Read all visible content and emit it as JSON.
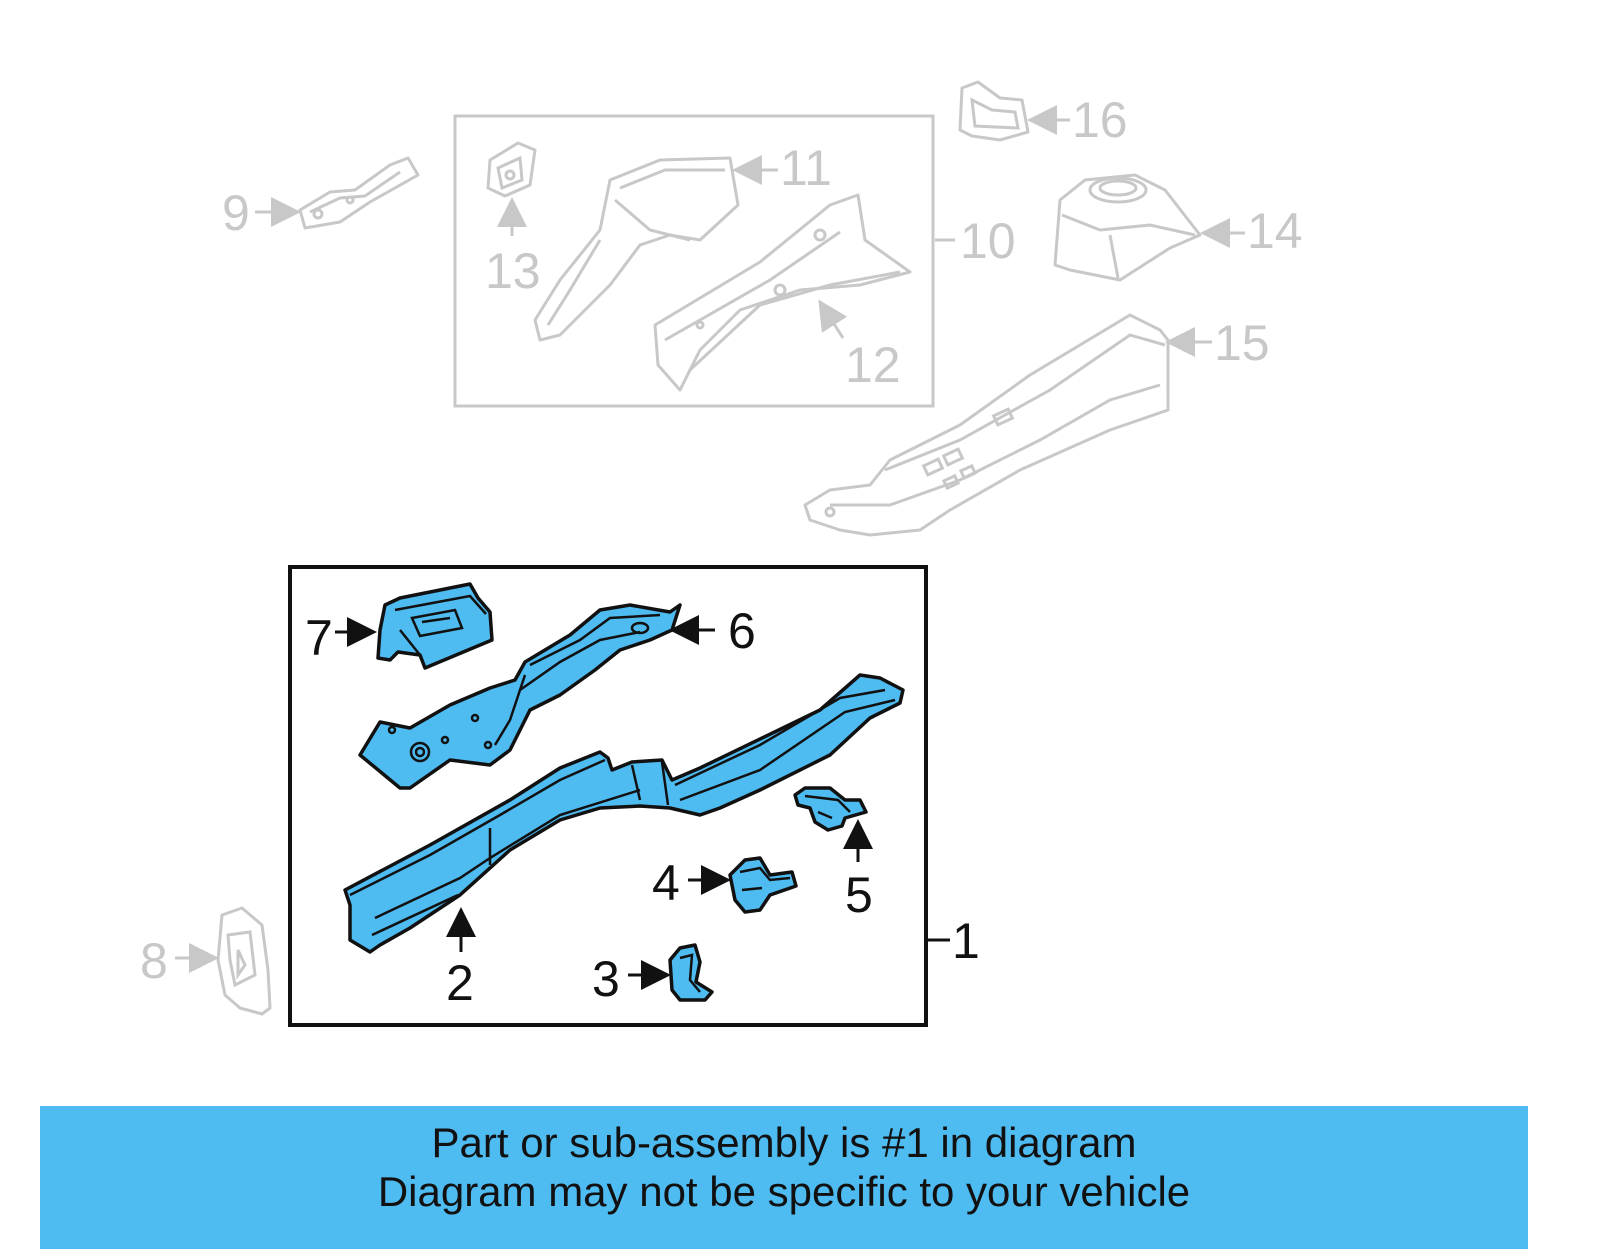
{
  "diagram": {
    "callouts": {
      "c1": "1",
      "c2": "2",
      "c3": "3",
      "c4": "4",
      "c5": "5",
      "c6": "6",
      "c7": "7",
      "c8": "8",
      "c9": "9",
      "c10": "10",
      "c11": "11",
      "c12": "12",
      "c13": "13",
      "c14": "14",
      "c15": "15",
      "c16": "16"
    },
    "highlight_color": "#4ebbf1",
    "ghost_color": "#c8c8c8"
  },
  "footer": {
    "line1": "Part or sub-assembly is #1 in diagram",
    "line2": "Diagram may not be specific to your vehicle",
    "background": "#4ebbf1"
  }
}
